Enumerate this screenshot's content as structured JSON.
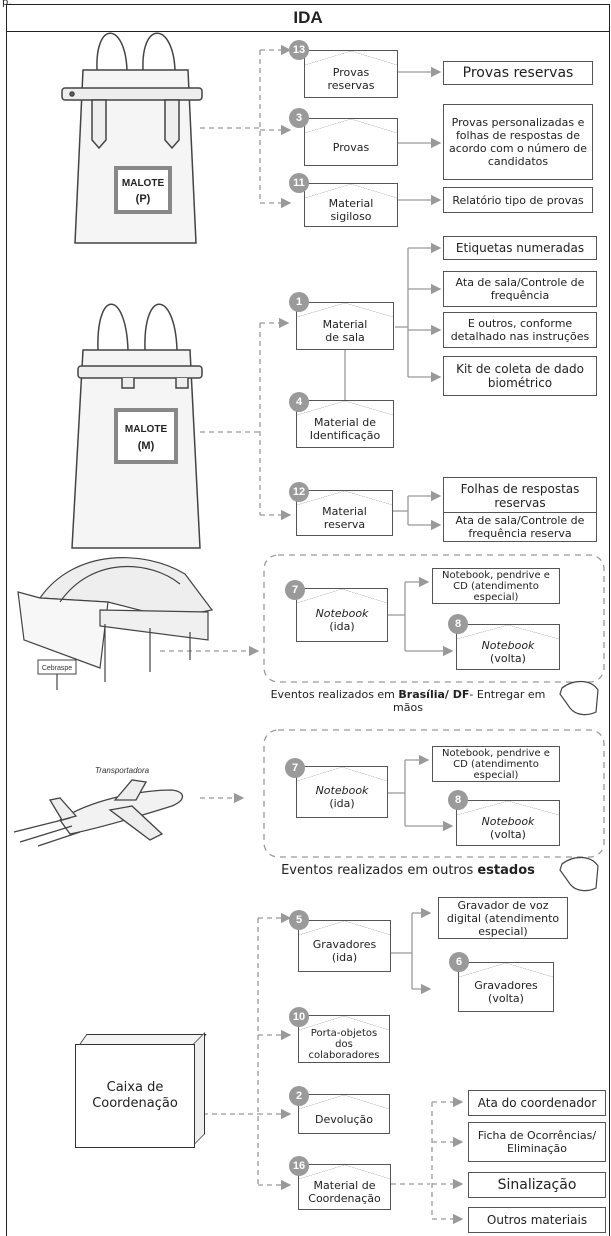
{
  "top_label": "IDA",
  "corner_text": "p,",
  "maloteP": {
    "label": "MALOTE\n(P)",
    "l1": "MALOTE",
    "l2": "(P)"
  },
  "maloteM": {
    "l1": "MALOTE",
    "l2": "(M)"
  },
  "env": {
    "e13": {
      "n": "13",
      "l1": "Provas",
      "l2": "reservas"
    },
    "e3": {
      "n": "3",
      "l1": "Provas"
    },
    "e11": {
      "n": "11",
      "l1": "Material",
      "l2": "sigiloso"
    },
    "e1": {
      "n": "1",
      "l1": "Material",
      "l2": "de sala"
    },
    "e4": {
      "n": "4",
      "l1": "Material de",
      "l2": "Identificação"
    },
    "e12": {
      "n": "12",
      "l1": "Material",
      "l2": "reserva"
    },
    "e7a": {
      "n": "7",
      "l1": "Notebook",
      "l2": "(ida)"
    },
    "e8a": {
      "n": "8",
      "l1": "Notebook",
      "l2": "(volta)"
    },
    "e7b": {
      "n": "7",
      "l1": "Notebook",
      "l2": "(ida)"
    },
    "e8b": {
      "n": "8",
      "l1": "Notebook",
      "l2": "(volta)"
    },
    "e5": {
      "n": "5",
      "l1": "Gravadores",
      "l2": "(ida)"
    },
    "e6": {
      "n": "6",
      "l1": "Gravadores",
      "l2": "(volta)"
    },
    "e10": {
      "n": "10",
      "l1": "Porta-objetos",
      "l2": "dos",
      "l3": "colaboradores"
    },
    "e2": {
      "n": "2",
      "l1": "Devolução"
    },
    "e16": {
      "n": "16",
      "l1": "Material de",
      "l2": "Coordenação"
    }
  },
  "boxes": {
    "provas_reservas": "Provas reservas",
    "provas_pers": "Provas personalizadas e folhas de respostas de acordo com o número de candidatos",
    "relatorio": "Relatório tipo de provas",
    "etiquetas": "Etiquetas numeradas",
    "ata_sala": "Ata de sala/Controle de frequência",
    "outros_conforme": "E outros, conforme detalhado nas instruções",
    "kit": "Kit de coleta de dado biométrico",
    "folhas_reserva": "Folhas de respostas reservas",
    "ata_sala_reserva": "Ata de sala/Controle de frequência reserva",
    "notebook_pen_a": "Notebook, pendrive e CD (atendimento especial)",
    "notebook_pen_b": "Notebook, pendrive e CD (atendimento especial)",
    "gravador_voz": "Gravador de voz digital (atendimento especial)",
    "ata_coord": "Ata do coordenador",
    "ficha": "Ficha de Ocorrências/ Eliminação",
    "sinalizacao": "Sinalização",
    "outros_materiais": "Outros materiais"
  },
  "captions": {
    "brasilia_pre": "Eventos realizados em ",
    "brasilia_bold": "Brasília/ DF",
    "brasilia_post": "- Entregar em mãos",
    "outros_pre": "Eventos realizados em outros ",
    "outros_bold": "estados"
  },
  "signs": {
    "cebraspe": "Cebraspe",
    "transportadora": "Transportadora"
  },
  "caixa": {
    "l1": "Caixa de",
    "l2": "Coordenação"
  }
}
